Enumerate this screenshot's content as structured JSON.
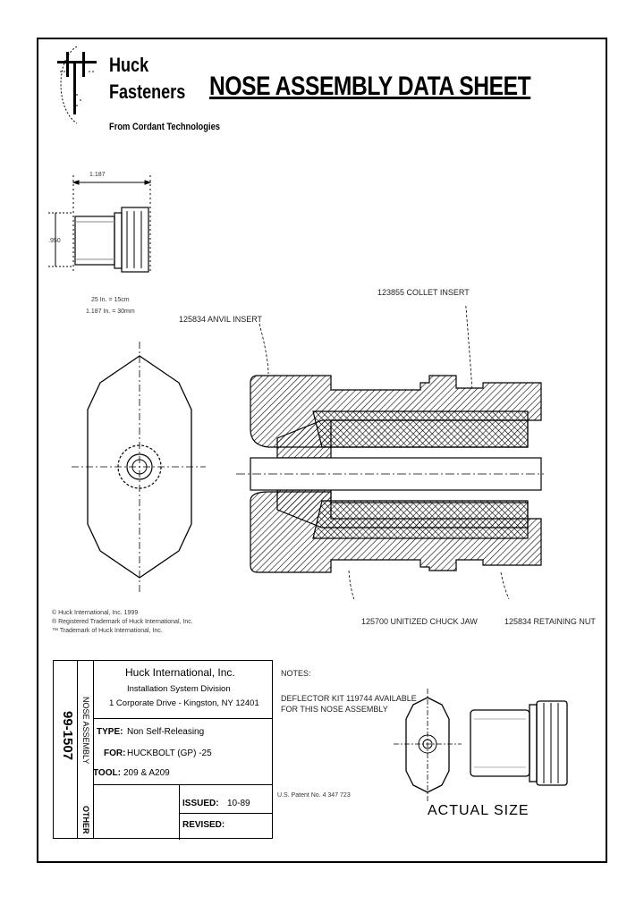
{
  "header": {
    "logo_line1": "Huck",
    "logo_line2": "Fasteners",
    "logo_tagline": "From Cordant Technologies",
    "title": "NOSE ASSEMBLY DATA SHEET"
  },
  "dimensions": {
    "width_label": "1.187",
    "height_label": ".950",
    "conv1": "25 In. = 15cm",
    "conv2": "1.187 In. = 30mm"
  },
  "callouts": {
    "anvil_insert": "125834 ANVIL INSERT",
    "collet_insert": "123855 COLLET INSERT",
    "chuck_jaw": "125700 UNITIZED CHUCK JAW",
    "retaining_nut": "125834 RETAINING NUT"
  },
  "trademarks": [
    "© Huck International, Inc. 1999",
    "® Registered Trademark of Huck International, Inc.",
    "™ Trademark of Huck International, Inc."
  ],
  "notes": {
    "heading": "NOTES:",
    "line1": "DEFLECTOR KIT 119744 AVAILABLE",
    "line2": "FOR THIS NOSE ASSEMBLY",
    "patent": "U.S. Patent No. 4 347 723",
    "actual_size": "ACTUAL SIZE"
  },
  "title_block": {
    "part_number": "99-1507",
    "category": "NOSE ASSEMBLY",
    "other": "OTHER",
    "company": "Huck International, Inc.",
    "division": "Installation System Division",
    "address": "1 Corporate Drive - Kingston, NY 12401",
    "type_label": "TYPE:",
    "type_value": "Non Self-Releasing",
    "for_label": "FOR:",
    "for_value": "HUCKBOLT (GP) -25",
    "tool_label": "TOOL:",
    "tool_value": "209 & A209",
    "issued_label": "ISSUED:",
    "issued_value": "10-89",
    "revised_label": "REVISED:",
    "revised_value": ""
  }
}
